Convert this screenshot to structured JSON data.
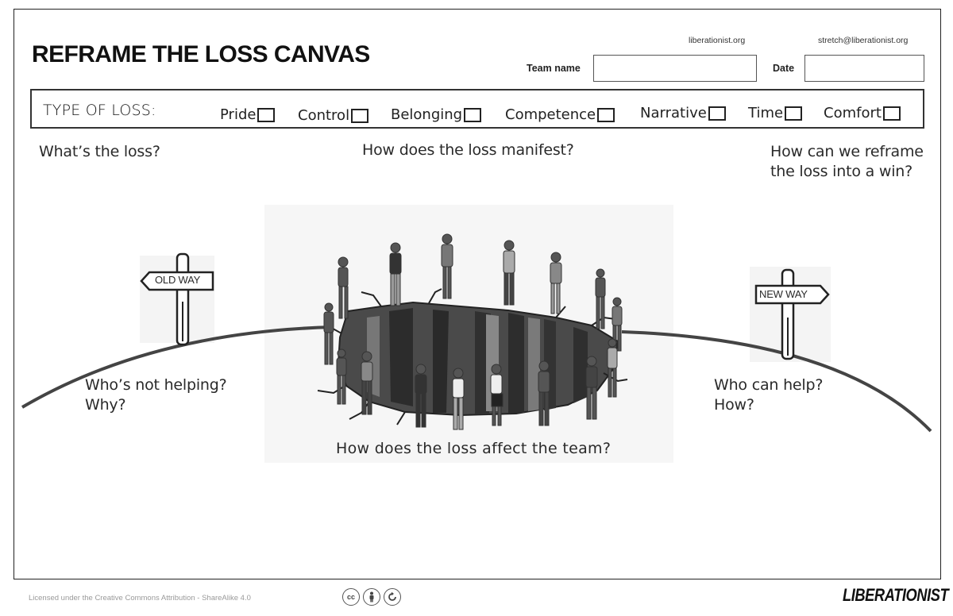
{
  "header": {
    "title": "REFRAME THE LOSS CANVAS",
    "site": "liberationist.org",
    "email": "stretch@liberationist.org",
    "team_name_label": "Team name",
    "team_name_value": "",
    "date_label": "Date",
    "date_value": ""
  },
  "loss_types": {
    "label": "TYPE OF LOSS:",
    "options": [
      {
        "label": "Pride",
        "checked": false
      },
      {
        "label": "Control",
        "checked": false
      },
      {
        "label": "Belonging",
        "checked": false
      },
      {
        "label": "Competence",
        "checked": false
      },
      {
        "label": "Narrative",
        "checked": false
      },
      {
        "label": "Time",
        "checked": false
      },
      {
        "label": "Comfort",
        "checked": false
      }
    ]
  },
  "prompts": {
    "whats_the_loss": "What’s the loss?",
    "how_manifest": "How does the loss manifest?",
    "reframe_line1": "How can we reframe",
    "reframe_line2": "the loss into a win?",
    "not_helping_line1": "Who’s not helping?",
    "not_helping_line2": "Why?",
    "can_help_line1": "Who can help?",
    "can_help_line2": "How?",
    "affect_team": "How does the loss affect the team?"
  },
  "signs": {
    "old_way": "OLD WAY",
    "new_way": "NEW WAY"
  },
  "footer": {
    "license": "Licensed under the Creative Commons Attribution - ShareAlike 4.0",
    "cc_icons": [
      "cc",
      "by",
      "sa"
    ],
    "brand": "LIBERATIONIST"
  },
  "colors": {
    "ink": "#1a1a1a",
    "chasm_dark": "#3a3a3a",
    "chasm_mid": "#6a6a6a",
    "ground": "#444444",
    "illustration_bg": "#f7f7f7"
  }
}
